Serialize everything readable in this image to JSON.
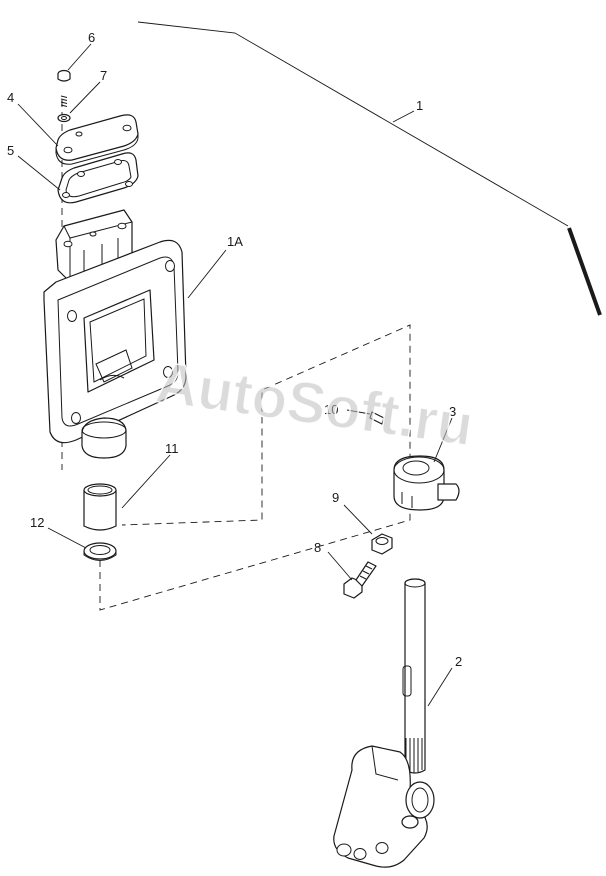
{
  "watermark": "AutoSoft.ru",
  "callouts": [
    {
      "id": "c1",
      "text": "1"
    },
    {
      "id": "c1a",
      "text": "1A"
    },
    {
      "id": "c2",
      "text": "2"
    },
    {
      "id": "c3",
      "text": "3"
    },
    {
      "id": "c4",
      "text": "4"
    },
    {
      "id": "c5",
      "text": "5"
    },
    {
      "id": "c6",
      "text": "6"
    },
    {
      "id": "c7",
      "text": "7"
    },
    {
      "id": "c8",
      "text": "8"
    },
    {
      "id": "c9",
      "text": "9"
    },
    {
      "id": "c10",
      "text": "10"
    },
    {
      "id": "c11",
      "text": "11"
    },
    {
      "id": "c12",
      "text": "12"
    }
  ]
}
